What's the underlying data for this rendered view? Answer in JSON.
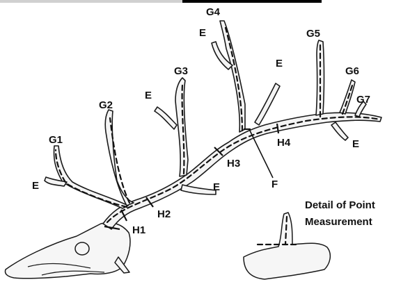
{
  "labels": {
    "G1": "G1",
    "G2": "G2",
    "G3": "G3",
    "G4": "G4",
    "G5": "G5",
    "G6": "G6",
    "G7": "G7",
    "E": "E",
    "H1": "H1",
    "H2": "H2",
    "H3": "H3",
    "H4": "H4",
    "F": "F"
  },
  "caption": {
    "line1": "Detail of Point",
    "line2": "Measurement"
  }
}
